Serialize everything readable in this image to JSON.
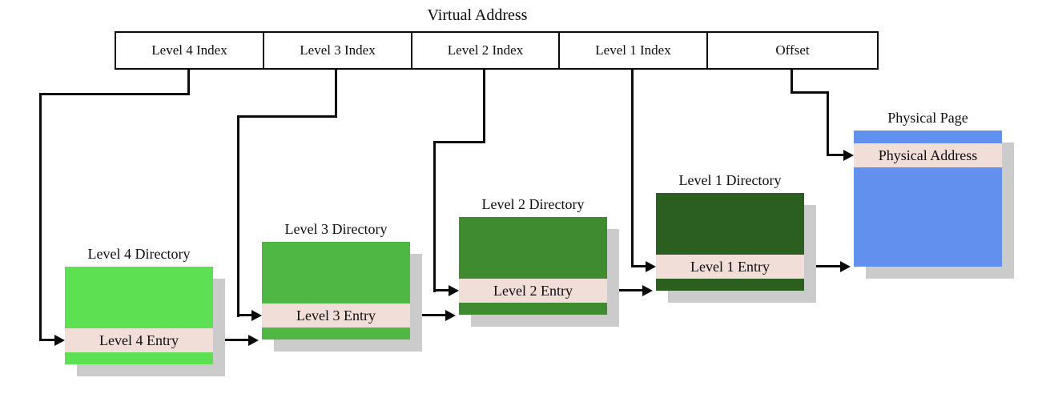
{
  "diagram": {
    "title": "Virtual Address",
    "virtual_address_fields": [
      "Level 4 Index",
      "Level 3 Index",
      "Level 2 Index",
      "Level 1 Index",
      "Offset"
    ],
    "directories": [
      {
        "title": "Level 4 Directory",
        "entry": "Level 4 Entry",
        "color": "#5ee053"
      },
      {
        "title": "Level 3 Directory",
        "entry": "Level 3 Entry",
        "color": "#4fb744"
      },
      {
        "title": "Level 2 Directory",
        "entry": "Level 2 Entry",
        "color": "#3f8c30"
      },
      {
        "title": "Level 1 Directory",
        "entry": "Level 1 Entry",
        "color": "#2b5f1f"
      }
    ],
    "physical_page": {
      "title": "Physical Page",
      "entry": "Physical Address",
      "color": "#6290ee"
    },
    "colors": {
      "background": "#ffffff",
      "line": "#0b0b0b",
      "text": "#0d0d0d",
      "entry_row": "#f2ded9",
      "shadow": "#cbcbcb"
    }
  }
}
